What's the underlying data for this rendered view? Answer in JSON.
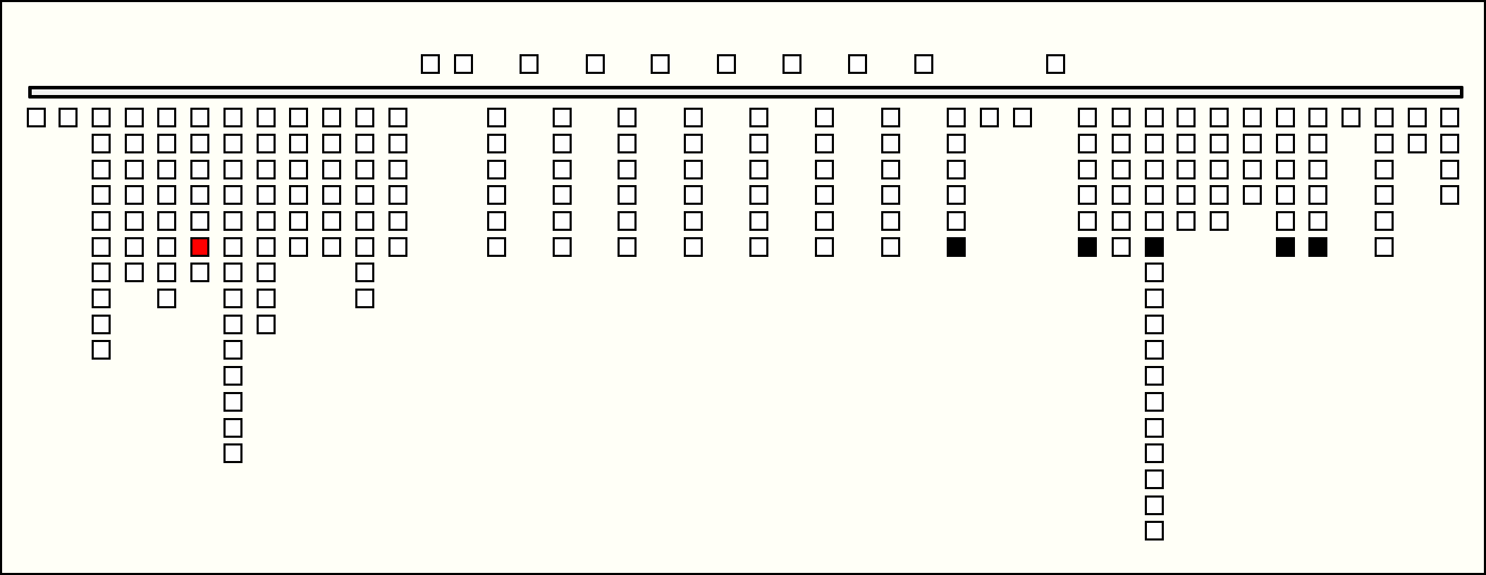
{
  "colors": {
    "background": "#fffff7",
    "empty": "#ffffff",
    "red": "#ff0000",
    "black": "#000000"
  },
  "top_row": [
    "empty",
    "empty",
    "empty",
    "empty",
    "empty",
    "empty",
    "empty",
    "empty",
    "empty",
    "empty"
  ],
  "columns": [
    [
      "empty"
    ],
    [
      "empty"
    ],
    [
      "empty",
      "empty",
      "empty",
      "empty",
      "empty",
      "empty",
      "empty",
      "empty",
      "empty",
      "empty"
    ],
    [
      "empty",
      "empty",
      "empty",
      "empty",
      "empty",
      "empty",
      "empty"
    ],
    [
      "empty",
      "empty",
      "empty",
      "empty",
      "empty",
      "empty",
      "empty",
      "empty"
    ],
    [
      "empty",
      "empty",
      "empty",
      "empty",
      "empty",
      "red",
      "empty"
    ],
    [
      "empty",
      "empty",
      "empty",
      "empty",
      "empty",
      "empty",
      "empty",
      "empty",
      "empty",
      "empty",
      "empty",
      "empty",
      "empty",
      "empty"
    ],
    [
      "empty",
      "empty",
      "empty",
      "empty",
      "empty",
      "empty",
      "empty",
      "empty",
      "empty"
    ],
    [
      "empty",
      "empty",
      "empty",
      "empty",
      "empty",
      "empty"
    ],
    [
      "empty",
      "empty",
      "empty",
      "empty",
      "empty",
      "empty"
    ],
    [
      "empty",
      "empty",
      "empty",
      "empty",
      "empty",
      "empty",
      "empty",
      "empty"
    ],
    [
      "empty",
      "empty",
      "empty",
      "empty",
      "empty",
      "empty"
    ],
    [
      "empty",
      "empty",
      "empty",
      "empty",
      "empty",
      "empty"
    ],
    [
      "empty",
      "empty",
      "empty",
      "empty",
      "empty",
      "empty"
    ],
    [
      "empty",
      "empty",
      "empty",
      "empty",
      "empty",
      "empty"
    ],
    [
      "empty",
      "empty",
      "empty",
      "empty",
      "empty",
      "empty"
    ],
    [
      "empty",
      "empty",
      "empty",
      "empty",
      "empty",
      "empty"
    ],
    [
      "empty",
      "empty",
      "empty",
      "empty",
      "empty",
      "empty"
    ],
    [
      "empty",
      "empty",
      "empty",
      "empty",
      "empty",
      "empty"
    ],
    [
      "empty",
      "empty",
      "empty",
      "empty",
      "empty",
      "black"
    ],
    [
      "empty"
    ],
    [
      "empty"
    ],
    [
      "empty",
      "empty",
      "empty",
      "empty",
      "empty",
      "black"
    ],
    [
      "empty",
      "empty",
      "empty",
      "empty",
      "empty",
      "empty"
    ],
    [
      "empty",
      "empty",
      "empty",
      "empty",
      "empty",
      "black",
      "empty",
      "empty",
      "empty",
      "empty",
      "empty",
      "empty",
      "empty",
      "empty",
      "empty",
      "empty",
      "empty"
    ],
    [
      "empty",
      "empty",
      "empty",
      "empty",
      "empty"
    ],
    [
      "empty",
      "empty",
      "empty",
      "empty",
      "empty"
    ],
    [
      "empty",
      "empty",
      "empty",
      "empty"
    ],
    [
      "empty",
      "empty",
      "empty",
      "empty",
      "empty",
      "black"
    ],
    [
      "empty",
      "empty",
      "empty",
      "empty",
      "empty",
      "black"
    ],
    [
      "empty"
    ],
    [
      "empty",
      "empty",
      "empty",
      "empty",
      "empty",
      "empty"
    ],
    [
      "empty",
      "empty"
    ],
    [
      "empty",
      "empty",
      "empty",
      "empty"
    ]
  ]
}
